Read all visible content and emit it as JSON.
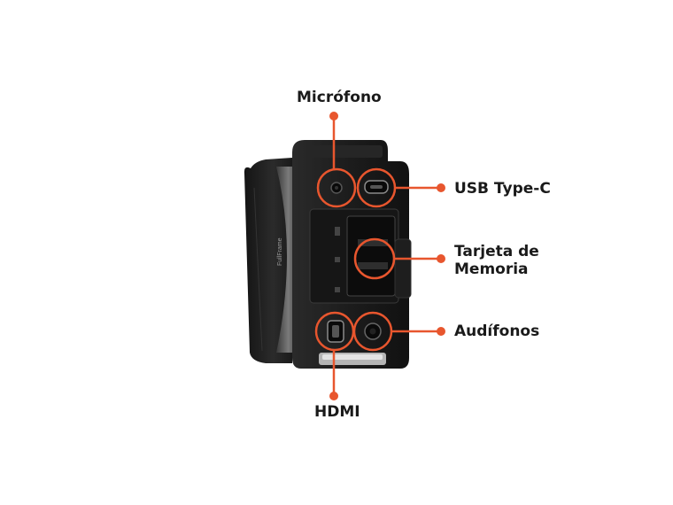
{
  "colors": {
    "accent": "#e8562e",
    "body": "#1b1b1b"
  },
  "camera": {
    "brand_text": "FullFrame"
  },
  "callouts": {
    "microphone": "Micrófono",
    "usb": "USB Type-C",
    "card": "Tarjeta de\nMemoria",
    "headphones": "Audífonos",
    "hdmi": "HDMI"
  }
}
